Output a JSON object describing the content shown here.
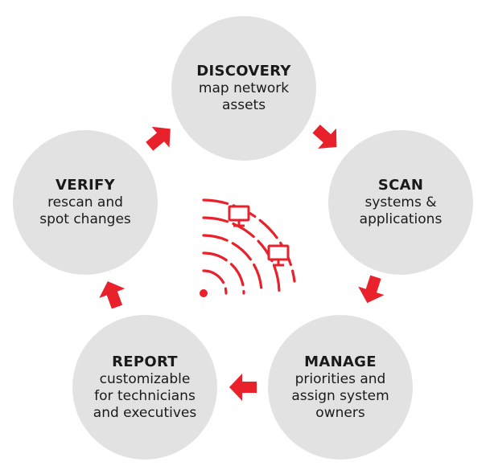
{
  "steps": [
    {
      "title": "DISCOVERY",
      "desc": "map network\nassets"
    },
    {
      "title": "SCAN",
      "desc": "systems &\napplications"
    },
    {
      "title": "MANAGE",
      "desc": "priorities and\nassign system\nowners"
    },
    {
      "title": "REPORT",
      "desc": "customizable\nfor technicians\nand executives"
    },
    {
      "title": "VERIFY",
      "desc": "rescan and\nspot changes"
    }
  ],
  "colors": {
    "circle_fill": "#e2e2e2",
    "accent_red": "#e8212b",
    "text": "#1a1a1a"
  },
  "icons": {
    "center": "network-scan-icon",
    "arrows": "cycle-arrow-icon"
  }
}
